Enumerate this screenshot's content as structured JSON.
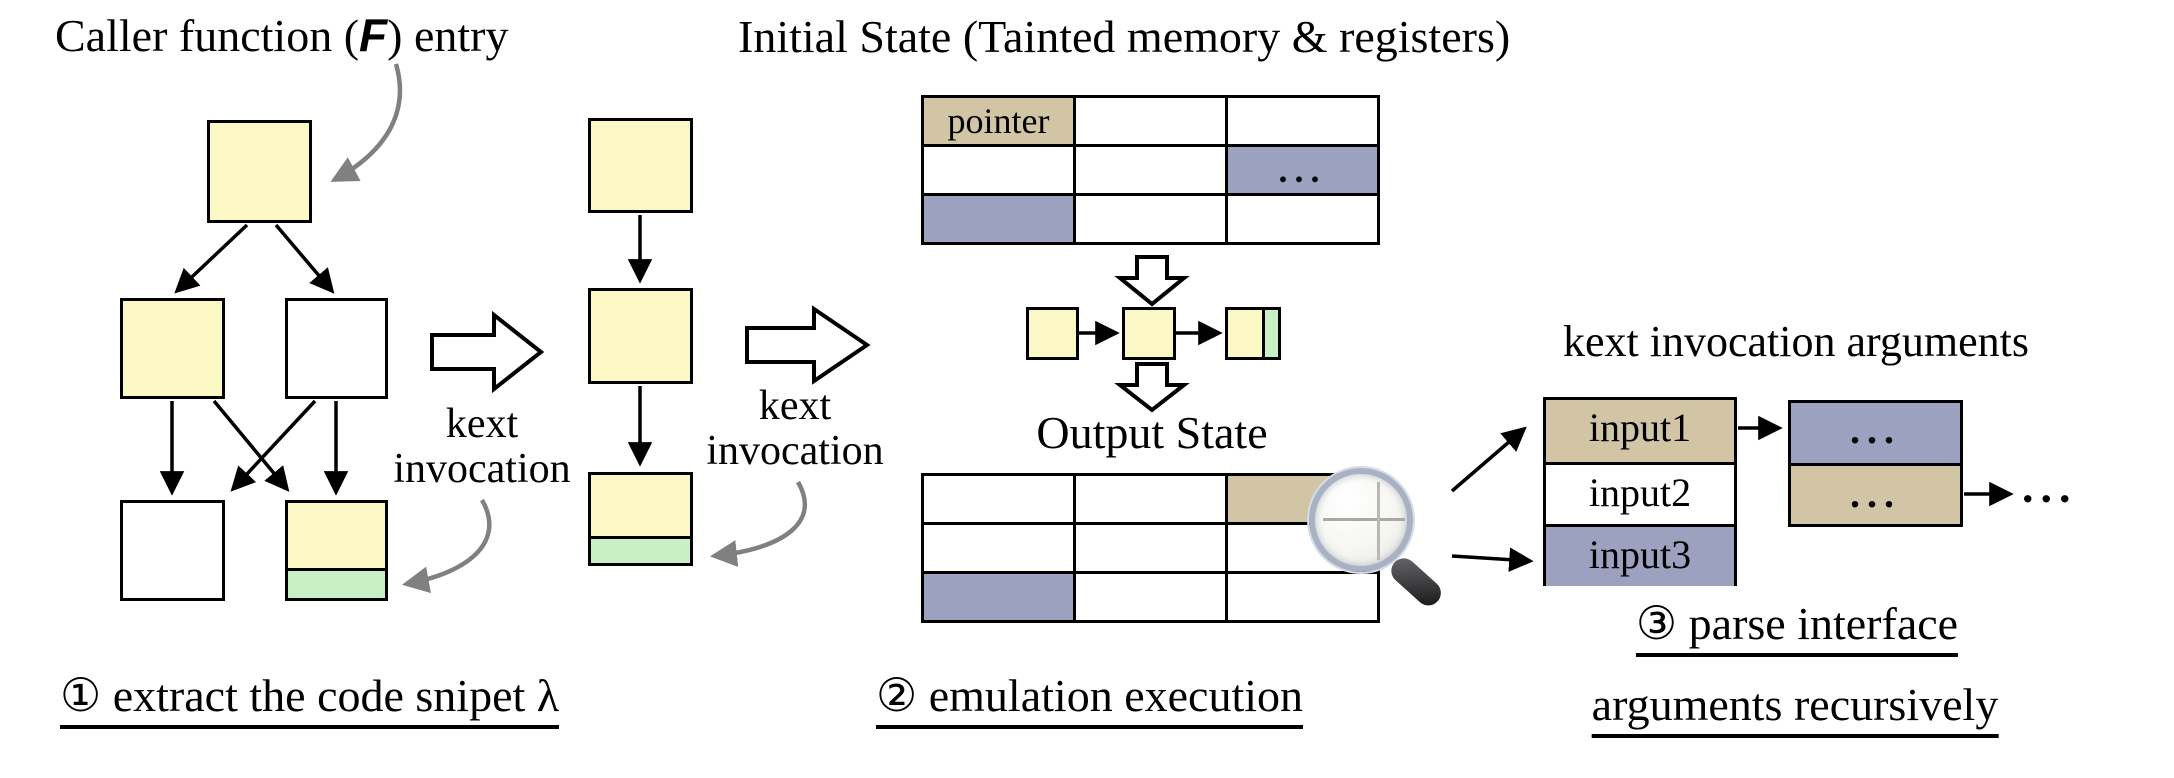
{
  "colors": {
    "cfg_node_yellow": "#fbf8c5",
    "kext_snippet_green": "#c9efc6",
    "tainted_tan": "#d1c5a6",
    "tainted_blue": "#9ca1bf",
    "annotation_arrow_gray": "#808080"
  },
  "step1": {
    "caller_label_pre": "Caller function (",
    "caller_label_f": "F",
    "caller_label_post": ") entry",
    "kext_label_1": {
      "line1": "kext",
      "line2": "invocation"
    },
    "kext_label_2": {
      "line1": "kext",
      "line2": "invocation"
    },
    "caption": "① extract the code snipet λ"
  },
  "step2": {
    "initial_state_title": "Initial State (Tainted memory & registers)",
    "initial_table": {
      "rows": [
        [
          "pointer",
          "",
          ""
        ],
        [
          "",
          "",
          "..."
        ],
        [
          "",
          "",
          ""
        ]
      ]
    },
    "output_state_title": "Output State",
    "output_table": {
      "rows": [
        [
          "",
          "",
          ""
        ],
        [
          "",
          "",
          ""
        ],
        [
          "",
          "",
          ""
        ]
      ]
    },
    "caption": "② emulation execution"
  },
  "step3": {
    "title": "kext invocation arguments",
    "input_boxes": [
      "input1",
      "input2",
      "input3"
    ],
    "nested_boxes": [
      "...",
      "..."
    ],
    "tail_ellipsis": "...",
    "caption_line1": "③ parse interface",
    "caption_line2": "arguments recursively"
  }
}
